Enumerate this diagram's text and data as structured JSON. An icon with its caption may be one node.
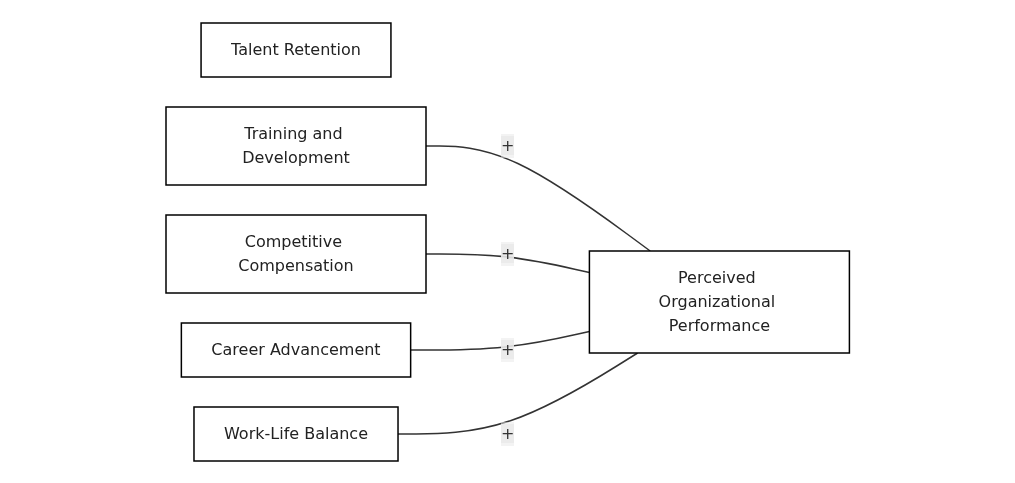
{
  "diagram": {
    "nodes": [
      {
        "text": [
          "Talent Retention"
        ]
      },
      {
        "text": [
          "Training and Development"
        ]
      },
      {
        "text": [
          "Competitive Compensation"
        ]
      },
      {
        "text": [
          "Career Advancement"
        ]
      },
      {
        "text": [
          "Work-Life Balance"
        ]
      },
      {
        "text": [
          "Perceived Organizational Performance"
        ]
      }
    ],
    "edges": [
      {
        "from": 1,
        "to": 5,
        "arrow": "none",
        "label": "+"
      },
      {
        "from": 2,
        "to": 5,
        "arrow": "none",
        "label": "+"
      },
      {
        "from": 3,
        "to": 5,
        "arrow": "none",
        "label": "+"
      },
      {
        "from": 4,
        "to": 5,
        "arrow": "none",
        "label": "+"
      }
    ]
  }
}
